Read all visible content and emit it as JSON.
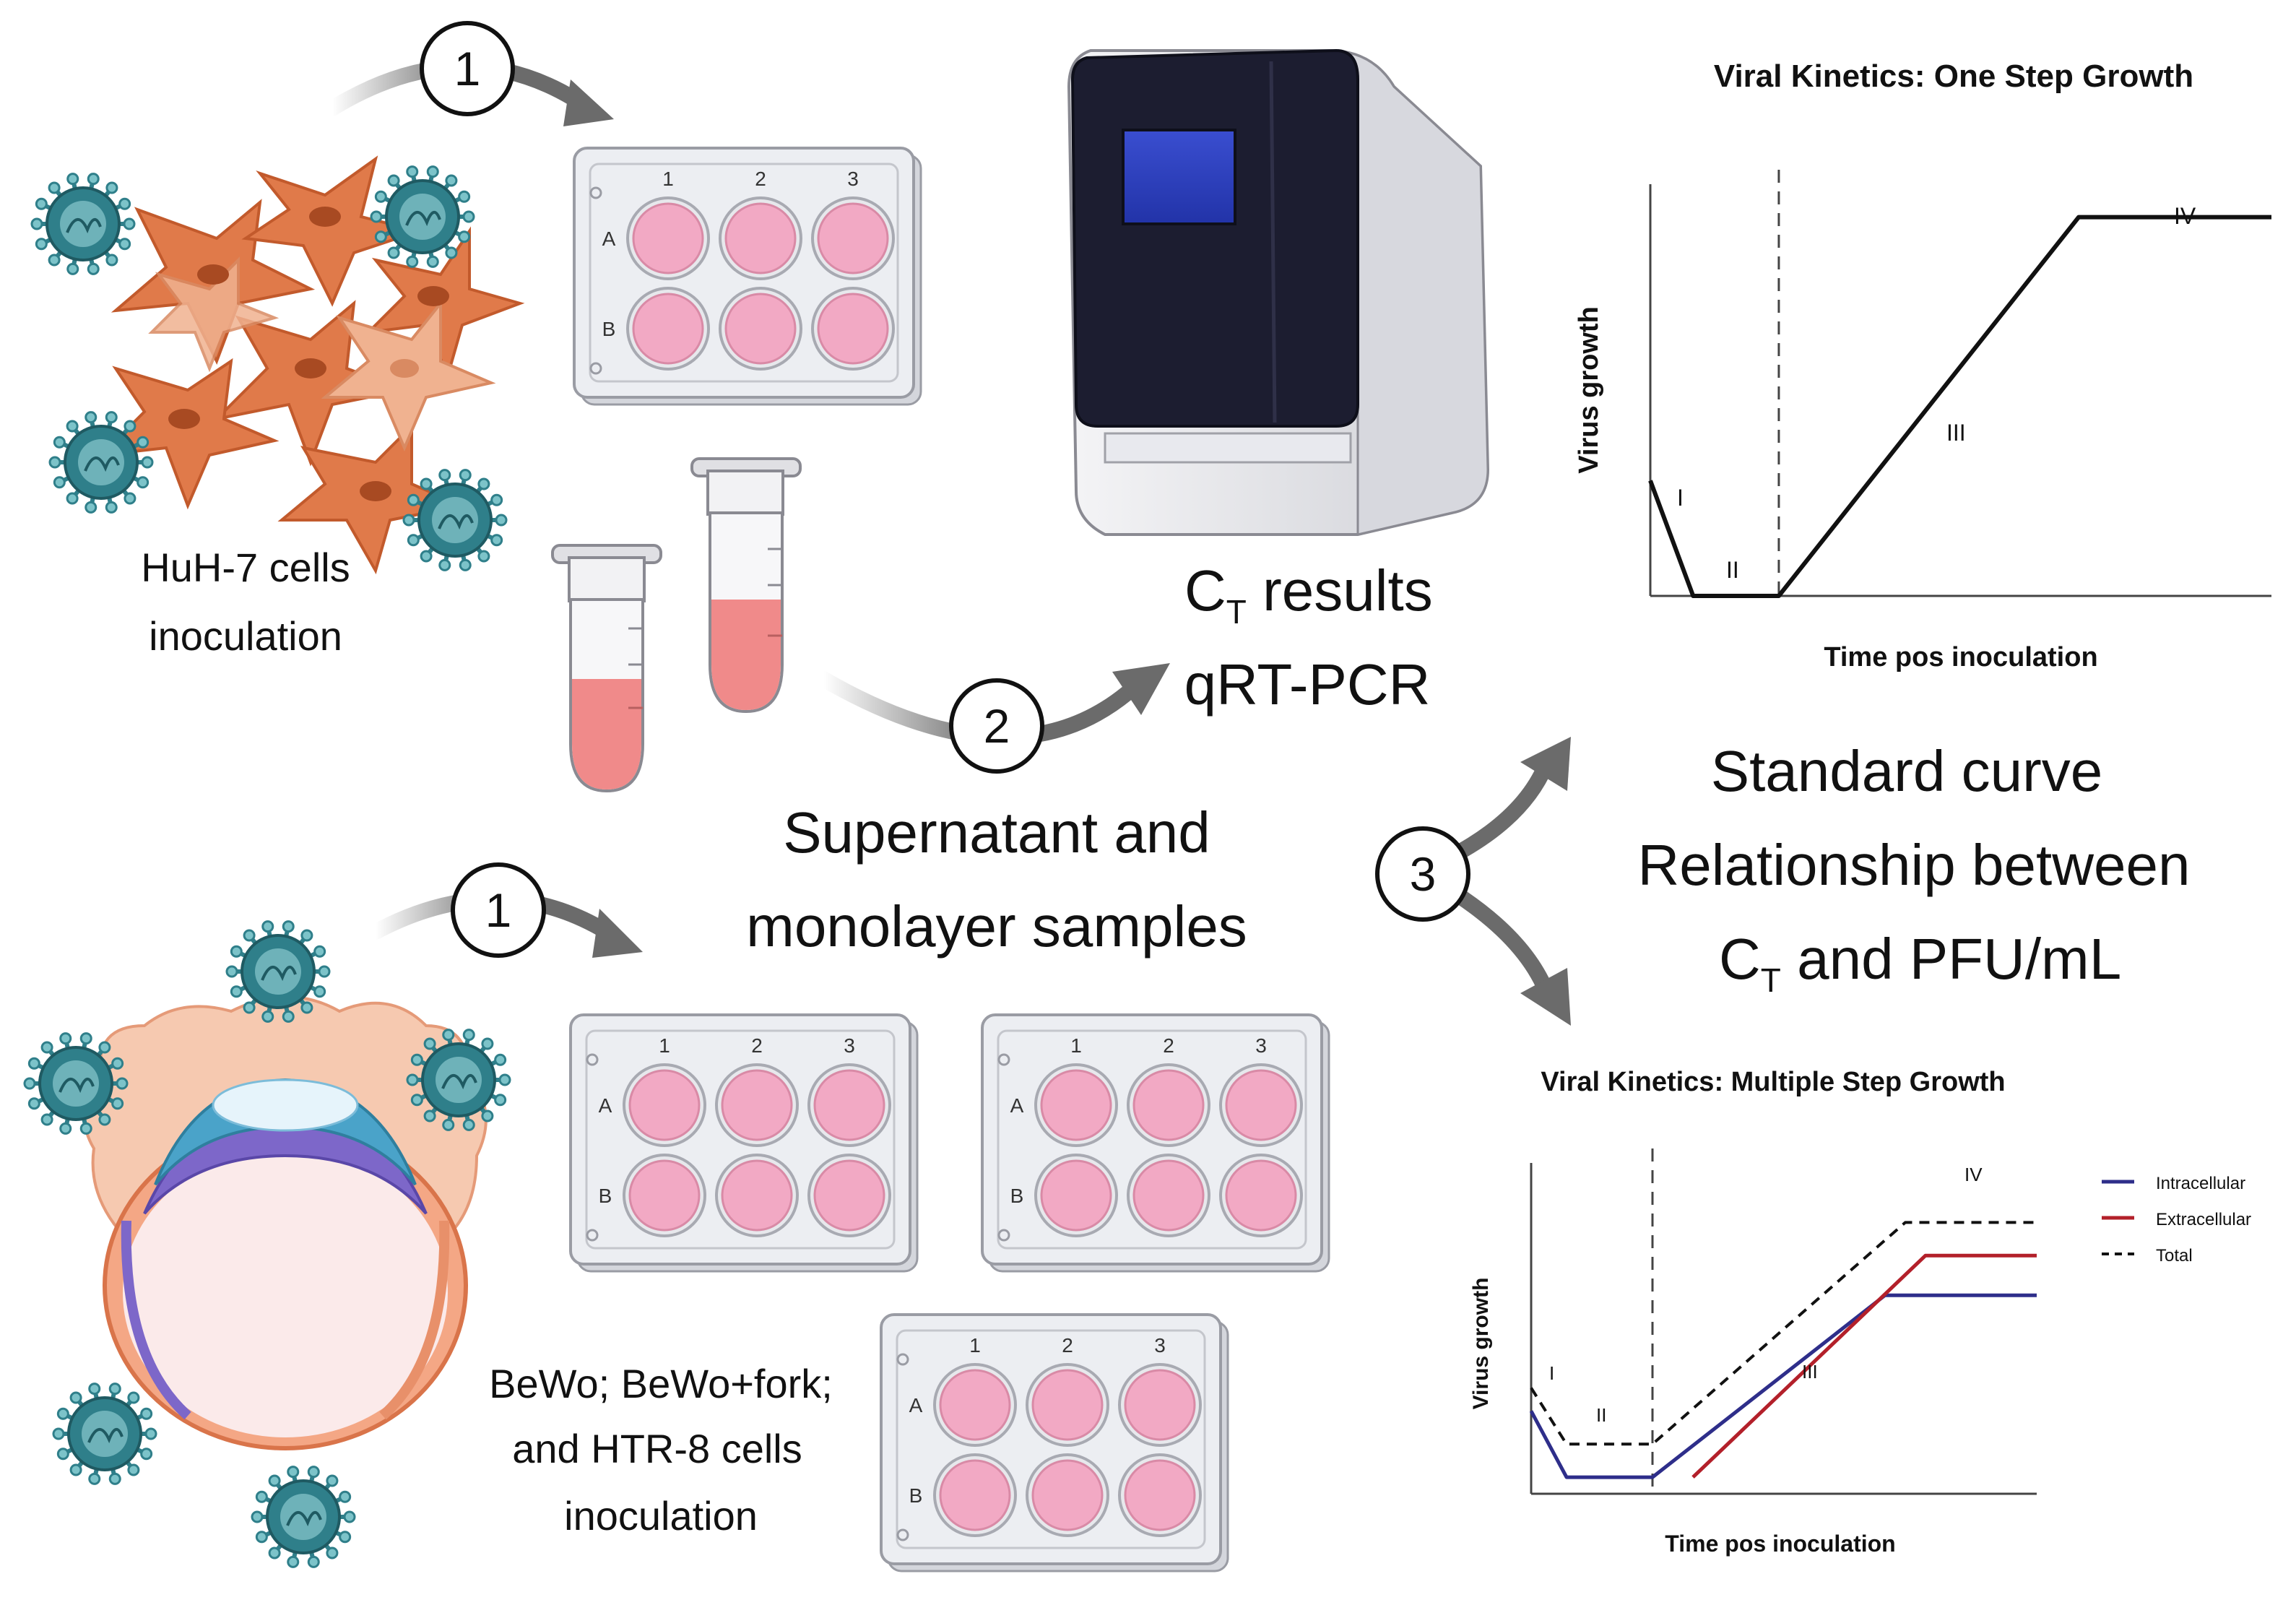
{
  "step_numbers": {
    "inoculation_top": "1",
    "inoculation_bottom": "1",
    "qrtpcr": "2",
    "analysis": "3"
  },
  "huh7_label": {
    "line1": "HuH-7 cells",
    "line2": "inoculation"
  },
  "placental_label": {
    "line1": "BeWo; BeWo+fork;",
    "line2": "and HTR-8 cells",
    "line3": "inoculation"
  },
  "samples_label": {
    "line1": "Supernatant and",
    "line2": "monolayer samples"
  },
  "ct_label": {
    "ct_main": "C",
    "ct_sub": "T",
    "ct_rest": " results",
    "line2": "qRT-PCR"
  },
  "standard_curve": {
    "line1": "Standard curve",
    "line2": "Relationship between",
    "ct_main": "C",
    "ct_sub": "T",
    "ct_rest": " and PFU/mL"
  },
  "plate": {
    "cols": [
      "1",
      "2",
      "3"
    ],
    "rows": [
      "A",
      "B"
    ]
  },
  "colors": {
    "cell": "#e07a4a",
    "virus": "#2f7f8a",
    "well": "#f2a9c4",
    "tube_liquid": "#f08a8a",
    "intracellular": "#2e2e8a",
    "extracellular": "#b3202a",
    "total": "#111111"
  },
  "chart_data": [
    {
      "type": "line",
      "title": "Viral Kinetics: One Step Growth",
      "xlabel": "Time pos inoculation",
      "ylabel": "Virus growth",
      "grid": false,
      "phase_labels": [
        "I",
        "II",
        "III",
        "IV"
      ],
      "series": [
        {
          "values": [
            [
              0,
              0.28
            ],
            [
              0.1,
              0.0
            ],
            [
              0.3,
              0.0
            ],
            [
              1.0,
              0.92
            ],
            [
              1.45,
              0.92
            ]
          ]
        }
      ],
      "annotations": [
        {
          "type": "vline",
          "x": 0.3,
          "style": "dashed"
        }
      ]
    },
    {
      "type": "line",
      "title": "Viral Kinetics: Multiple Step Growth",
      "xlabel": "Time pos inoculation",
      "ylabel": "Virus growth",
      "grid": false,
      "legend": "top-right",
      "phase_labels": [
        "I",
        "II",
        "III",
        "IV"
      ],
      "series": [
        {
          "name": "Intracellular",
          "values": [
            [
              0,
              0.25
            ],
            [
              0.07,
              0.05
            ],
            [
              0.24,
              0.05
            ],
            [
              0.7,
              0.6
            ],
            [
              1.0,
              0.6
            ]
          ]
        },
        {
          "name": "Extracellular",
          "values": [
            [
              0.32,
              0.05
            ],
            [
              0.78,
              0.72
            ],
            [
              1.0,
              0.72
            ]
          ]
        },
        {
          "name": "Total",
          "values": [
            [
              0,
              0.32
            ],
            [
              0.07,
              0.15
            ],
            [
              0.24,
              0.15
            ],
            [
              0.74,
              0.82
            ],
            [
              1.0,
              0.82
            ]
          ]
        }
      ],
      "annotations": [
        {
          "type": "vline",
          "x": 0.24,
          "style": "dashed"
        }
      ]
    }
  ]
}
